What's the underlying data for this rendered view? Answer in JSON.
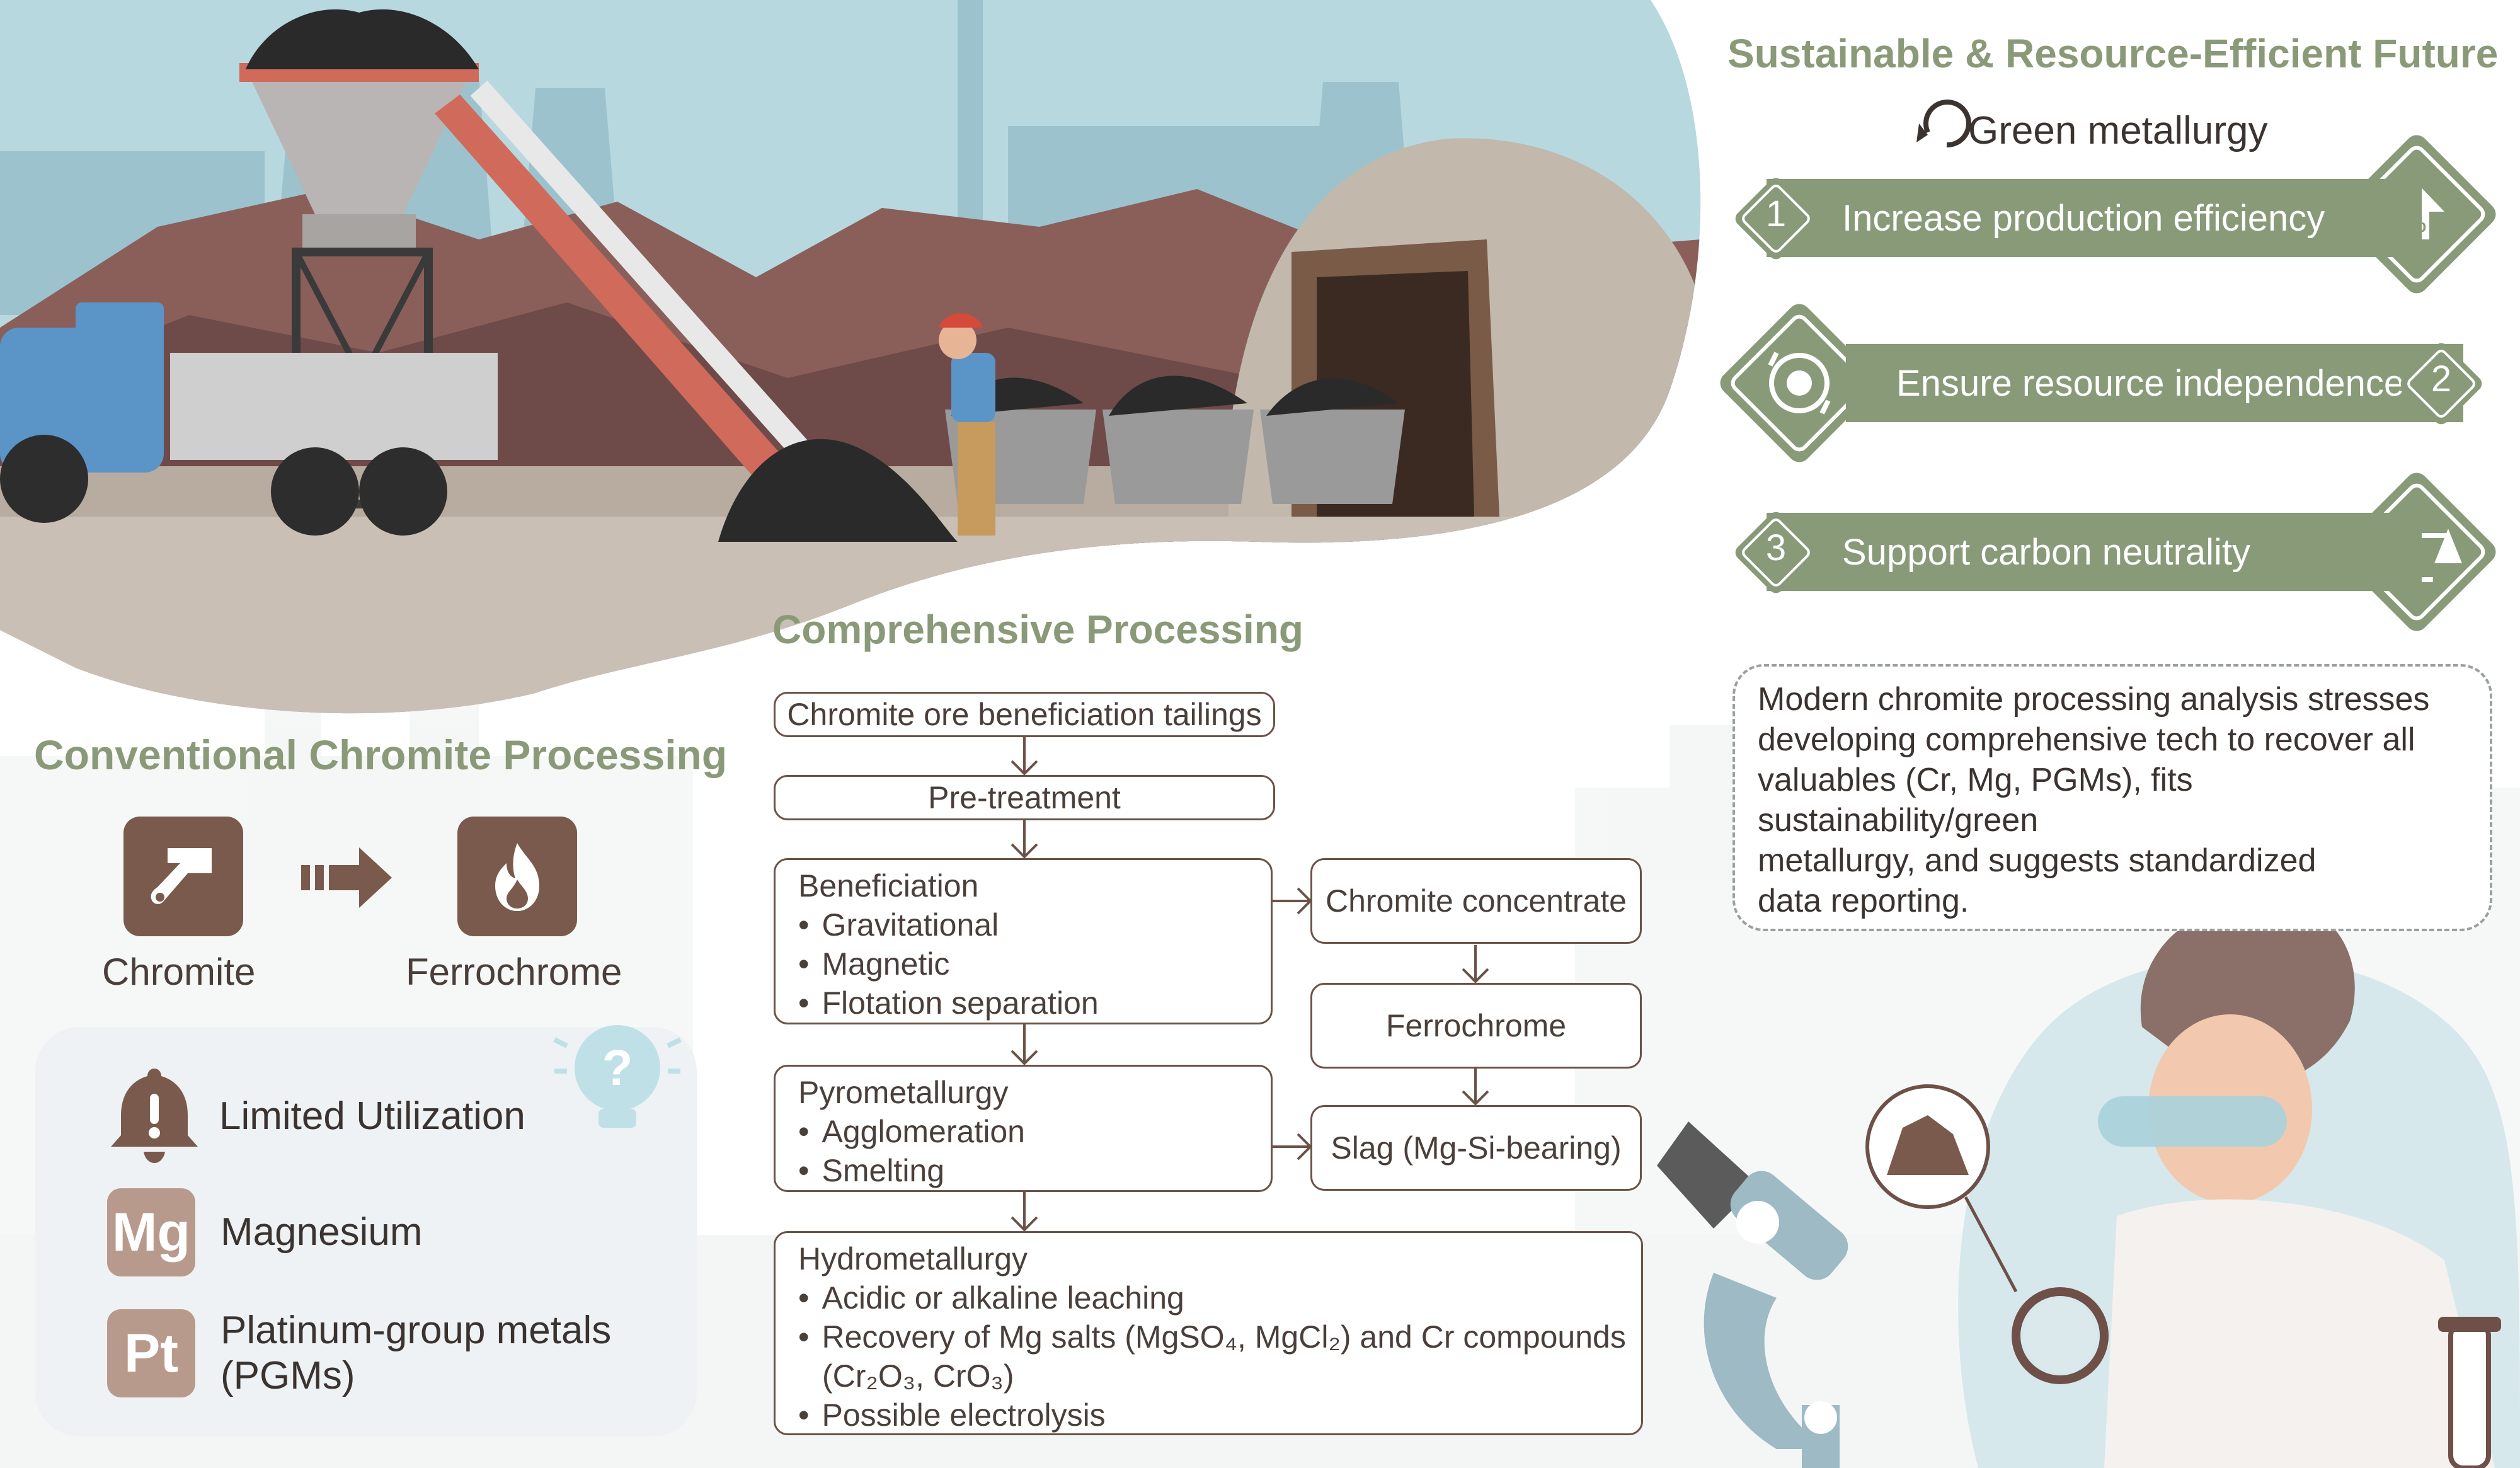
{
  "conventional": {
    "title": "Conventional Chromite Processing",
    "chromite_label": "Chromite",
    "ferrochrome_label": "Ferrochrome",
    "limited_label": "Limited Utilization",
    "mg_symbol": "Mg",
    "mg_label": "Magnesium",
    "pt_symbol": "Pt",
    "pt_label": "Platinum-group metals",
    "pt_label_2": "(PGMs)"
  },
  "comprehensive": {
    "title": "Comprehensive Processing",
    "tailings": "Chromite ore beneficiation tailings",
    "pretreatment": "Pre-treatment",
    "beneficiation": {
      "title": "Beneficiation",
      "items": [
        "Gravitational",
        "Magnetic",
        "Flotation separation"
      ]
    },
    "pyrometallurgy": {
      "title": "Pyrometallurgy",
      "items": [
        "Agglomeration",
        "Smelting"
      ]
    },
    "hydrometallurgy": {
      "title": "Hydrometallurgy",
      "items": [
        "Acidic or alkaline leaching",
        "Recovery of Mg salts (MgSO₄, MgCl₂) and Cr compounds",
        "(Cr₂O₃, CrO₃)",
        "Possible electrolysis"
      ]
    },
    "concentrate": "Chromite concentrate",
    "ferrochrome": "Ferrochrome",
    "slag": "Slag (Mg-Si-bearing)"
  },
  "sustainable": {
    "title": "Sustainable & Resource-Efficient Future",
    "green_label": "Green metallurgy",
    "goals": [
      {
        "num": "1",
        "label": "Increase production efficiency"
      },
      {
        "num": "2",
        "label": "Ensure resource independence"
      },
      {
        "num": "3",
        "label": "Support carbon neutrality"
      }
    ]
  },
  "note": {
    "lines": [
      "Modern chromite processing analysis stresses",
      "developing comprehensive tech to recover all",
      "valuables (Cr, Mg, PGMs), fits sustainability/green",
      "metallurgy, and suggests standardized",
      "data reporting."
    ]
  },
  "colors": {
    "green": "#889a78",
    "brown": "#7a5a4c",
    "chip": "#b89a8c",
    "sky": "#a9cdd6"
  }
}
